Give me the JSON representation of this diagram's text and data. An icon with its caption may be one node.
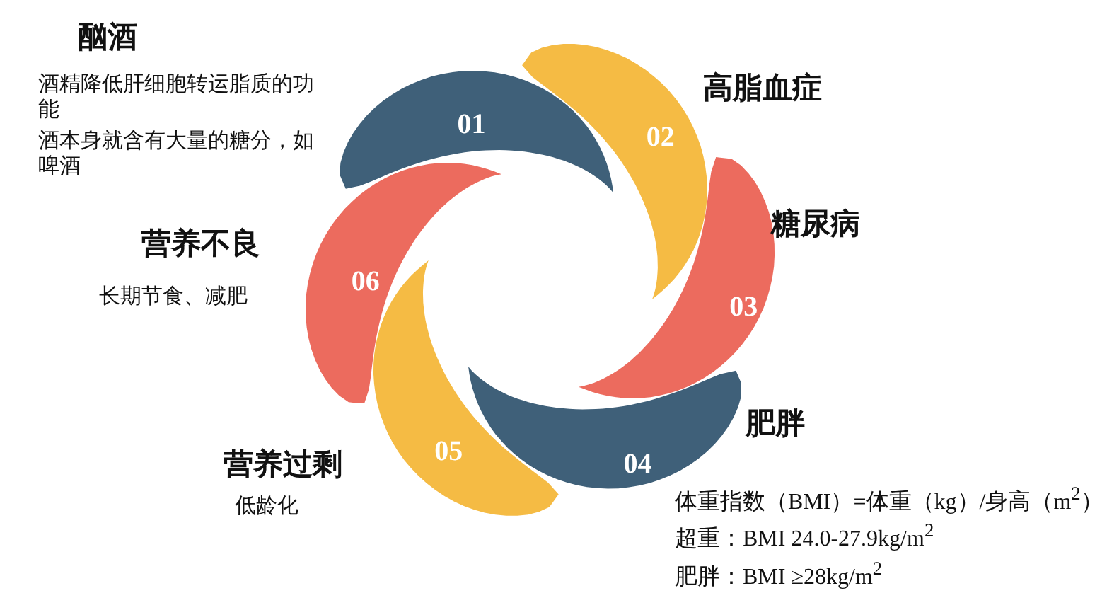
{
  "diagram": {
    "nodes": [
      {
        "text": [
          "01"
        ],
        "beside": [
          "酗酒",
          "酒精降低肝细胞转运脂质的功能",
          "酒本身就含有大量的糖分，如啤酒"
        ]
      },
      {
        "text": [
          "02"
        ],
        "beside": [
          "高脂血症"
        ]
      },
      {
        "text": [
          "03"
        ],
        "beside": [
          "糖尿病"
        ]
      },
      {
        "text": [
          "04"
        ],
        "beside": [
          "肥胖",
          "体重指数（BMI）=体重（kg）/身高（m$^{2}$）",
          "超重：BMI 24.0-27.9kg/m$^{2}$",
          "肥胖：BMI ≥28kg/m$^{2}$"
        ]
      },
      {
        "text": [
          "05"
        ],
        "beside": [
          "营养过剩",
          "低龄化"
        ]
      },
      {
        "text": [
          "06"
        ],
        "beside": [
          "营养不良",
          "长期节食、减肥"
        ]
      }
    ]
  }
}
